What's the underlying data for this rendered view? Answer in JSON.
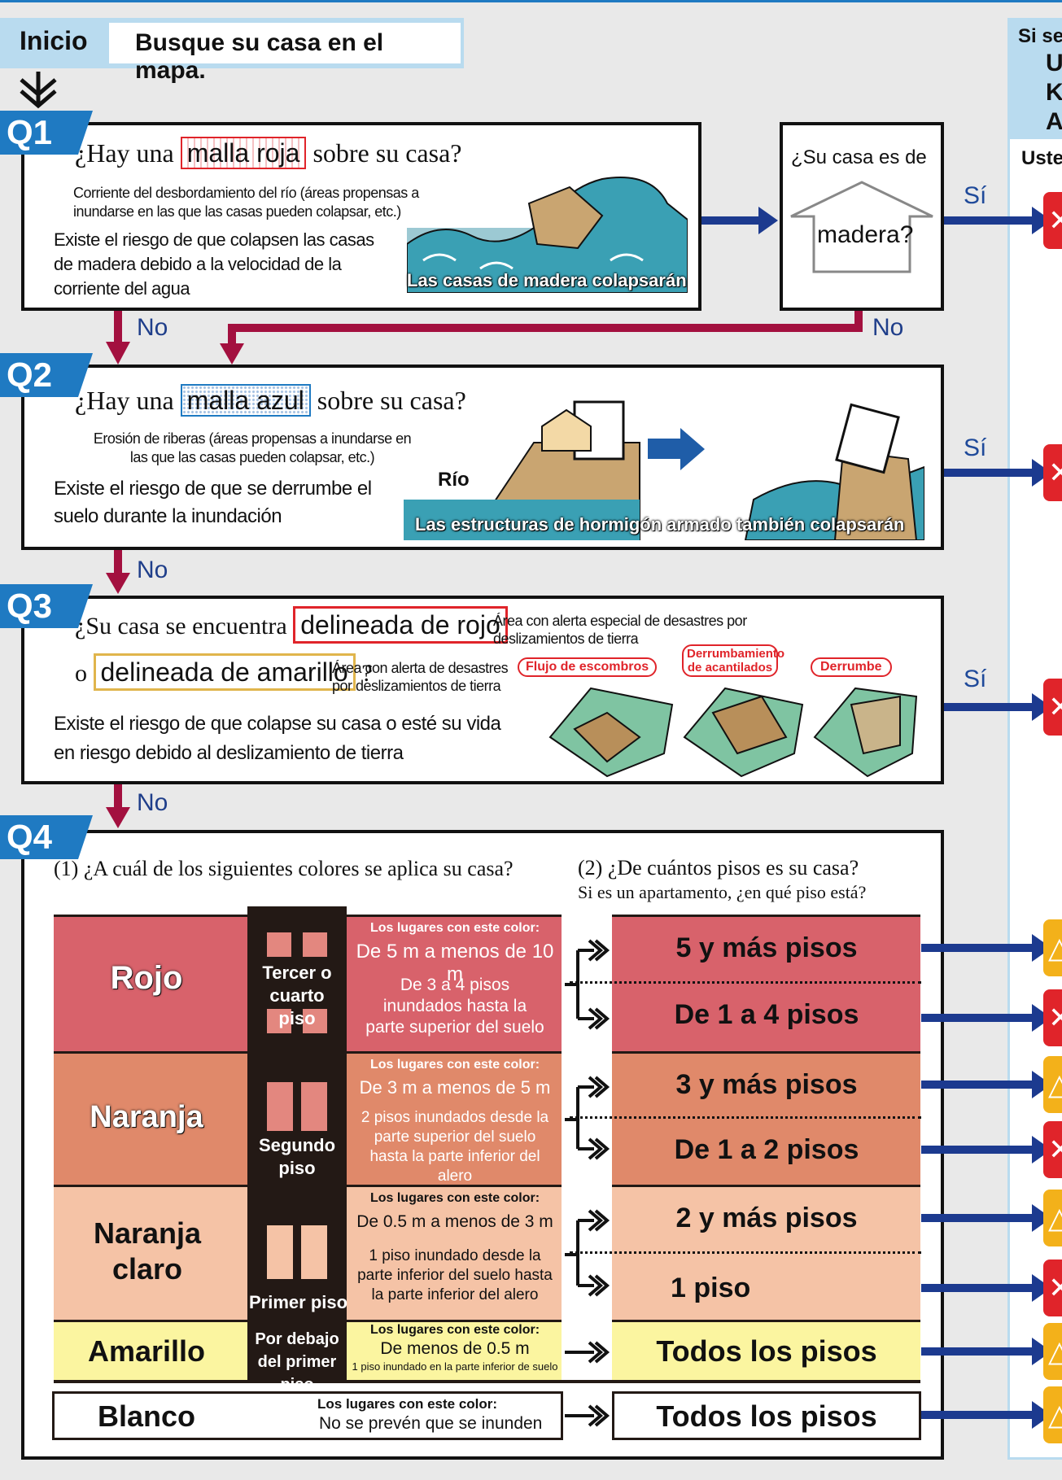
{
  "start": {
    "label": "Inicio",
    "text": "Busque su casa en el mapa."
  },
  "side_panel": {
    "line1": "Si se",
    "line2": "U",
    "line3": "K",
    "line4": "A",
    "line5": "Uste"
  },
  "yes_label": "Sí",
  "no_label": "No",
  "q1": {
    "tag": "Q1",
    "question_pre": "¿Hay una",
    "highlight": "malla roja",
    "question_post": "sobre su casa?",
    "note": "Corriente del desbordamiento del río (áreas propensas a inundarse en las que las casas pueden colapsar, etc.)",
    "risk": "Existe el riesgo de que colapsen las casas de madera debido a la velocidad de la corriente del agua",
    "caption": "Las casas de madera colapsarán",
    "wood_question_top": "¿Su casa es de",
    "wood_question_house": "madera?"
  },
  "q2": {
    "tag": "Q2",
    "question_pre": "¿Hay una",
    "highlight": "malla azul",
    "question_post": "sobre su casa?",
    "note": "Erosión de riberas (áreas propensas a inundarse en las que las casas pueden colapsar, etc.)",
    "risk": "Existe el riesgo de que se derrumbe el suelo durante la inundación",
    "river": "Río",
    "caption": "Las estructuras de hormigón armado también colapsarán"
  },
  "q3": {
    "tag": "Q3",
    "question_pre": "¿Su casa se encuentra",
    "highlight_red": "delineada de rojo",
    "red_note": "Área con alerta especial de desastres por deslizamientos de tierra",
    "or": "o",
    "highlight_yellow": "delineada de amarillo",
    "qmark": "?",
    "yellow_note": "Área con alerta de desastres por deslizamientos de tierra",
    "risk": "Existe el riesgo de que colapse su casa o esté su vida en riesgo debido al deslizamiento de tierra",
    "tags": [
      "Flujo de escombros",
      "Derrumbamiento de acantilados",
      "Derrumbe"
    ]
  },
  "q4": {
    "tag": "Q4",
    "q1": "(1) ¿A cuál de los siguientes colores se aplica su casa?",
    "q2_title": "(2) ¿De cuántos pisos es su casa?",
    "q2_sub": "Si es un apartamento, ¿en qué piso está?",
    "rows": [
      {
        "color": "Rojo",
        "floor": "Tercer o cuarto piso",
        "info_head": "Los lugares con este color:",
        "depth": "De 5 m a menos de 10 m",
        "desc": "De 3 a 4 pisos inundados hasta la parte superior del suelo",
        "res1": "5 y más pisos",
        "res2": "De 1 a 4 pisos"
      },
      {
        "color": "Naranja",
        "floor": "Segundo piso",
        "info_head": "Los lugares con este color:",
        "depth": "De 3 m a menos de 5 m",
        "desc": "2 pisos inundados desde la parte superior del suelo hasta la parte inferior del alero",
        "res1": "3 y más pisos",
        "res2": "De 1 a 2 pisos"
      },
      {
        "color": "Naranja claro",
        "floor": "Primer piso",
        "info_head": "Los lugares con este color:",
        "depth": "De 0.5 m a menos de 3 m",
        "desc": "1 piso inundado desde la parte inferior del suelo hasta la parte inferior del alero",
        "res1": "2 y más pisos",
        "res2": "1 piso"
      },
      {
        "color": "Amarillo",
        "floor": "Por debajo del primer piso",
        "info_head": "Los lugares con este color:",
        "depth": "De menos de 0.5 m",
        "desc": "1 piso inundado en la parte inferior de suelo",
        "res1": "Todos los pisos"
      },
      {
        "color": "Blanco",
        "info_head": "Los lugares con este color:",
        "desc": "No se prevén que se inunden",
        "res1": "Todos los pisos"
      }
    ]
  },
  "colors": {
    "red": "#d8626b",
    "orange": "#e0896a",
    "light_orange": "#f5c3a6",
    "yellow": "#fbf5a0",
    "blue": "#1f7ac2",
    "navy_arrow": "#1c3a8f",
    "no_arrow": "#a3103f"
  }
}
